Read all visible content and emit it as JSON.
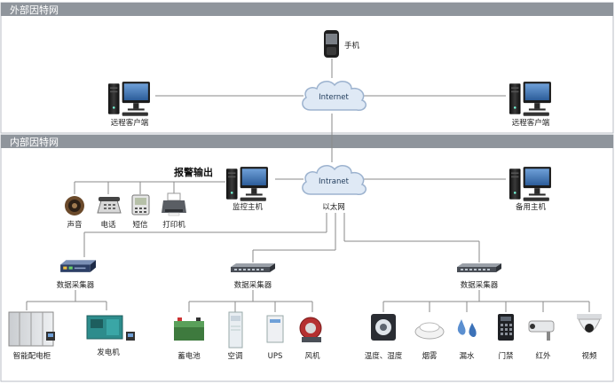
{
  "sections": {
    "external": "外部因特网",
    "internal": "内部因特网"
  },
  "clouds": {
    "internet": "Internet",
    "intranet": "Intranet"
  },
  "devices": {
    "phone": "手机",
    "remote_client_left": "远程客户端",
    "remote_client_right": "远程客户端",
    "monitor_host": "监控主机",
    "backup_host": "备用主机",
    "ethernet": "以太网"
  },
  "alarm": {
    "title": "报警输出",
    "items": [
      "声音",
      "电话",
      "短信",
      "打印机"
    ]
  },
  "collectors": [
    "数据采集器",
    "数据采集器",
    "数据采集器"
  ],
  "endpoints": {
    "group1": [
      "智能配电柜",
      "发电机"
    ],
    "group2": [
      "蓄电池",
      "空调",
      "UPS",
      "风机"
    ],
    "group3": [
      "温度、湿度",
      "烟雾",
      "漏水",
      "门禁",
      "红外",
      "视频"
    ]
  },
  "colors": {
    "band": "#8f959c",
    "border": "#b9bec4",
    "cloud": "#dfe9f5",
    "cloud_stroke": "#9db3cf",
    "collector": "#3a4f7a"
  }
}
